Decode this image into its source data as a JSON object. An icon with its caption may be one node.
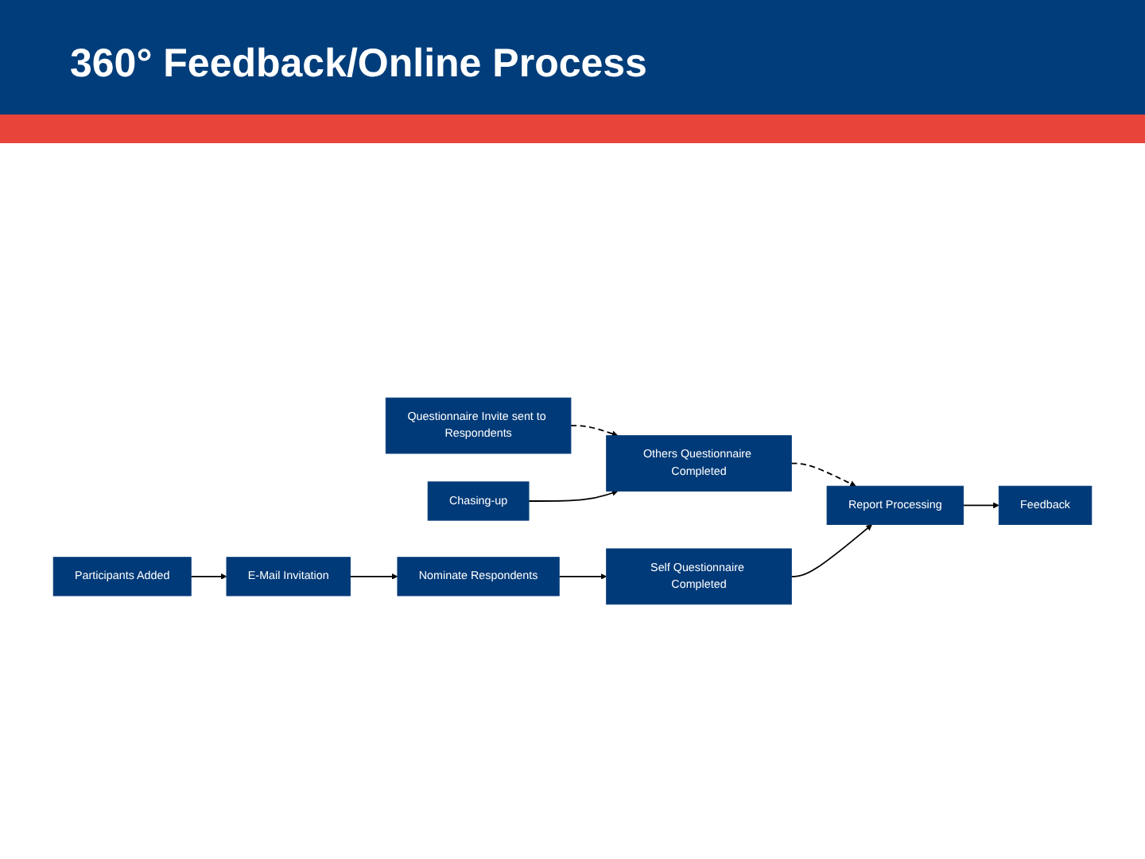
{
  "diagram": {
    "title": "360° Feedback/Online Process",
    "nodes": [
      {
        "text": [
          "Participants Added"
        ]
      },
      {
        "text": [
          "E-Mail Invitation"
        ]
      },
      {
        "text": [
          "Nominate Respondents"
        ]
      },
      {
        "text": [
          "Questionnaire Invite sent to Respondents"
        ]
      },
      {
        "text": [
          "Others Questionnaire Completed"
        ]
      },
      {
        "text": [
          "Self Questionnaire Completed"
        ]
      },
      {
        "text": [
          "Chasing-up"
        ]
      },
      {
        "text": [
          "Report Processing"
        ]
      },
      {
        "text": [
          "Feedback"
        ]
      }
    ],
    "edges": [
      {
        "from": 0,
        "to": 1,
        "arrow": "to"
      },
      {
        "from": 1,
        "to": 2,
        "arrow": "to"
      },
      {
        "from": 2,
        "to": 5,
        "arrow": "to"
      },
      {
        "from": 3,
        "to": 4,
        "arrow": "to",
        "style": "dashed"
      },
      {
        "from": 6,
        "to": 4,
        "arrow": "to"
      },
      {
        "from": 4,
        "to": 7,
        "arrow": "to",
        "style": "dashed"
      },
      {
        "from": 5,
        "to": 7,
        "arrow": "to"
      },
      {
        "from": 7,
        "to": 8,
        "arrow": "to"
      }
    ]
  }
}
